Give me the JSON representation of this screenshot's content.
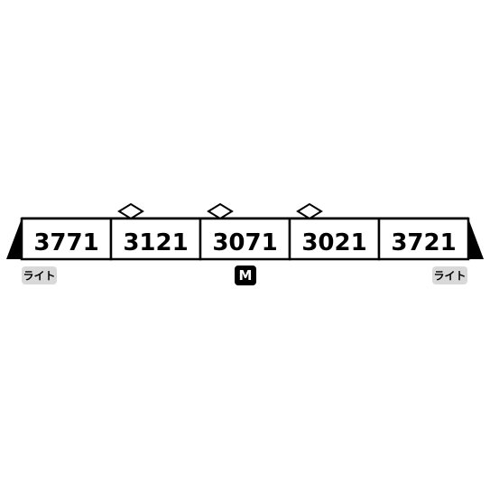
{
  "formation": {
    "cars": [
      {
        "number": "3771",
        "end": "left",
        "pantograph": false,
        "motor": false
      },
      {
        "number": "3121",
        "end": null,
        "pantograph": true,
        "motor": false
      },
      {
        "number": "3071",
        "end": null,
        "pantograph": true,
        "motor": true
      },
      {
        "number": "3021",
        "end": null,
        "pantograph": true,
        "motor": false
      },
      {
        "number": "3721",
        "end": "right",
        "pantograph": false,
        "motor": false
      }
    ],
    "left_light_label": "ライト",
    "right_light_label": "ライト",
    "motor_label": "M"
  },
  "colors": {
    "outline": "#000000",
    "body": "#ffffff",
    "light_badge": "#d9d9d9",
    "motor_badge": "#000000",
    "motor_text": "#ffffff"
  }
}
